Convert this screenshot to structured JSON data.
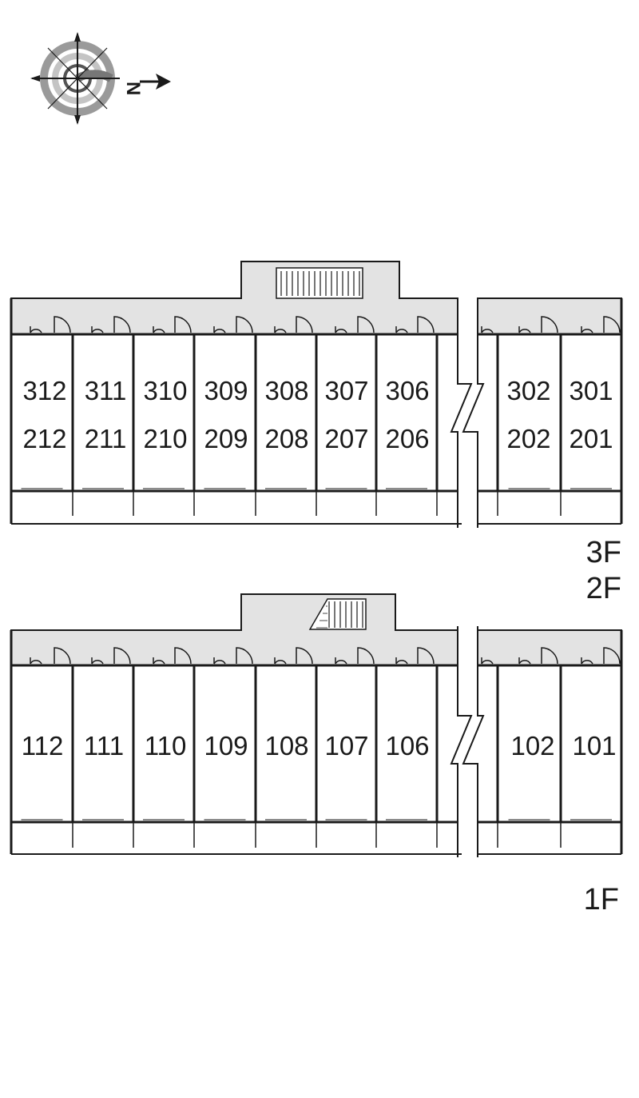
{
  "compass": {
    "north_label": "N"
  },
  "upper_block": {
    "unit_rows": [
      [
        "312",
        "311",
        "310",
        "309",
        "308",
        "307",
        "306",
        "302",
        "301"
      ],
      [
        "212",
        "211",
        "210",
        "209",
        "208",
        "207",
        "206",
        "202",
        "201"
      ]
    ],
    "floor_labels": [
      "3F",
      "2F"
    ]
  },
  "lower_block": {
    "unit_rows": [
      [
        "112",
        "111",
        "110",
        "109",
        "108",
        "107",
        "106",
        "102",
        "101"
      ]
    ],
    "floor_labels": [
      "1F"
    ]
  },
  "colors": {
    "corridor": "#e3e3e3",
    "wall": "#1a1a1a",
    "compass_ring_outer": "#8c8c8c",
    "compass_ring_inner": "#bdbdbd",
    "compass_ring_dark": "#555555"
  }
}
